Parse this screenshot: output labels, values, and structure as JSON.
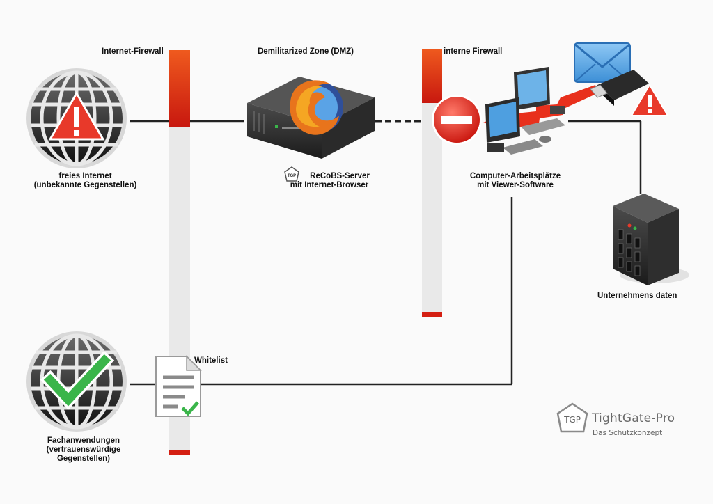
{
  "labels": {
    "internet_firewall": "Internet-Firewall",
    "dmz": "Demilitarized Zone (DMZ)",
    "interne_firewall": "interne Firewall",
    "freies_internet_line1": "freies Internet",
    "freies_internet_line2": "(unbekannte Gegenstellen)",
    "recobs_line1": "ReCoBS-Server",
    "recobs_line2": "mit Internet-Browser",
    "computer_line1": "Computer-Arbeitsplätze",
    "computer_line2": "mit Viewer-Software",
    "unternehmensdaten": "Unternehmens daten",
    "whitelist": "Whitelist",
    "fach_line1": "Fachanwendungen",
    "fach_line2": "(vertrauenswürdige",
    "fach_line3": "Gegenstellen)"
  },
  "brand": {
    "logo_text": "TGP",
    "name": "TightGate-Pro",
    "subtitle": "Das Schutzkonzept"
  },
  "icons": {
    "globe_warning": "globe-warning-icon",
    "globe_check": "globe-check-icon",
    "server": "server-icon",
    "browser_logo": "firefox-icon",
    "stop_sign": "stop-icon",
    "workstations": "workstations-icon",
    "email": "envelope-icon",
    "usb": "usb-stick-icon",
    "warning_triangle": "warning-icon",
    "tower_server": "tower-server-icon",
    "document": "whitelist-document-icon"
  },
  "colors": {
    "firewall_red": "#e8401c",
    "firewall_dark_red": "#c81e12",
    "firewall_gray": "#e6e6e6",
    "warning_red": "#e8392a",
    "check_green": "#3ab54a",
    "envelope_blue": "#3d8fd6",
    "line_color": "#222222"
  }
}
